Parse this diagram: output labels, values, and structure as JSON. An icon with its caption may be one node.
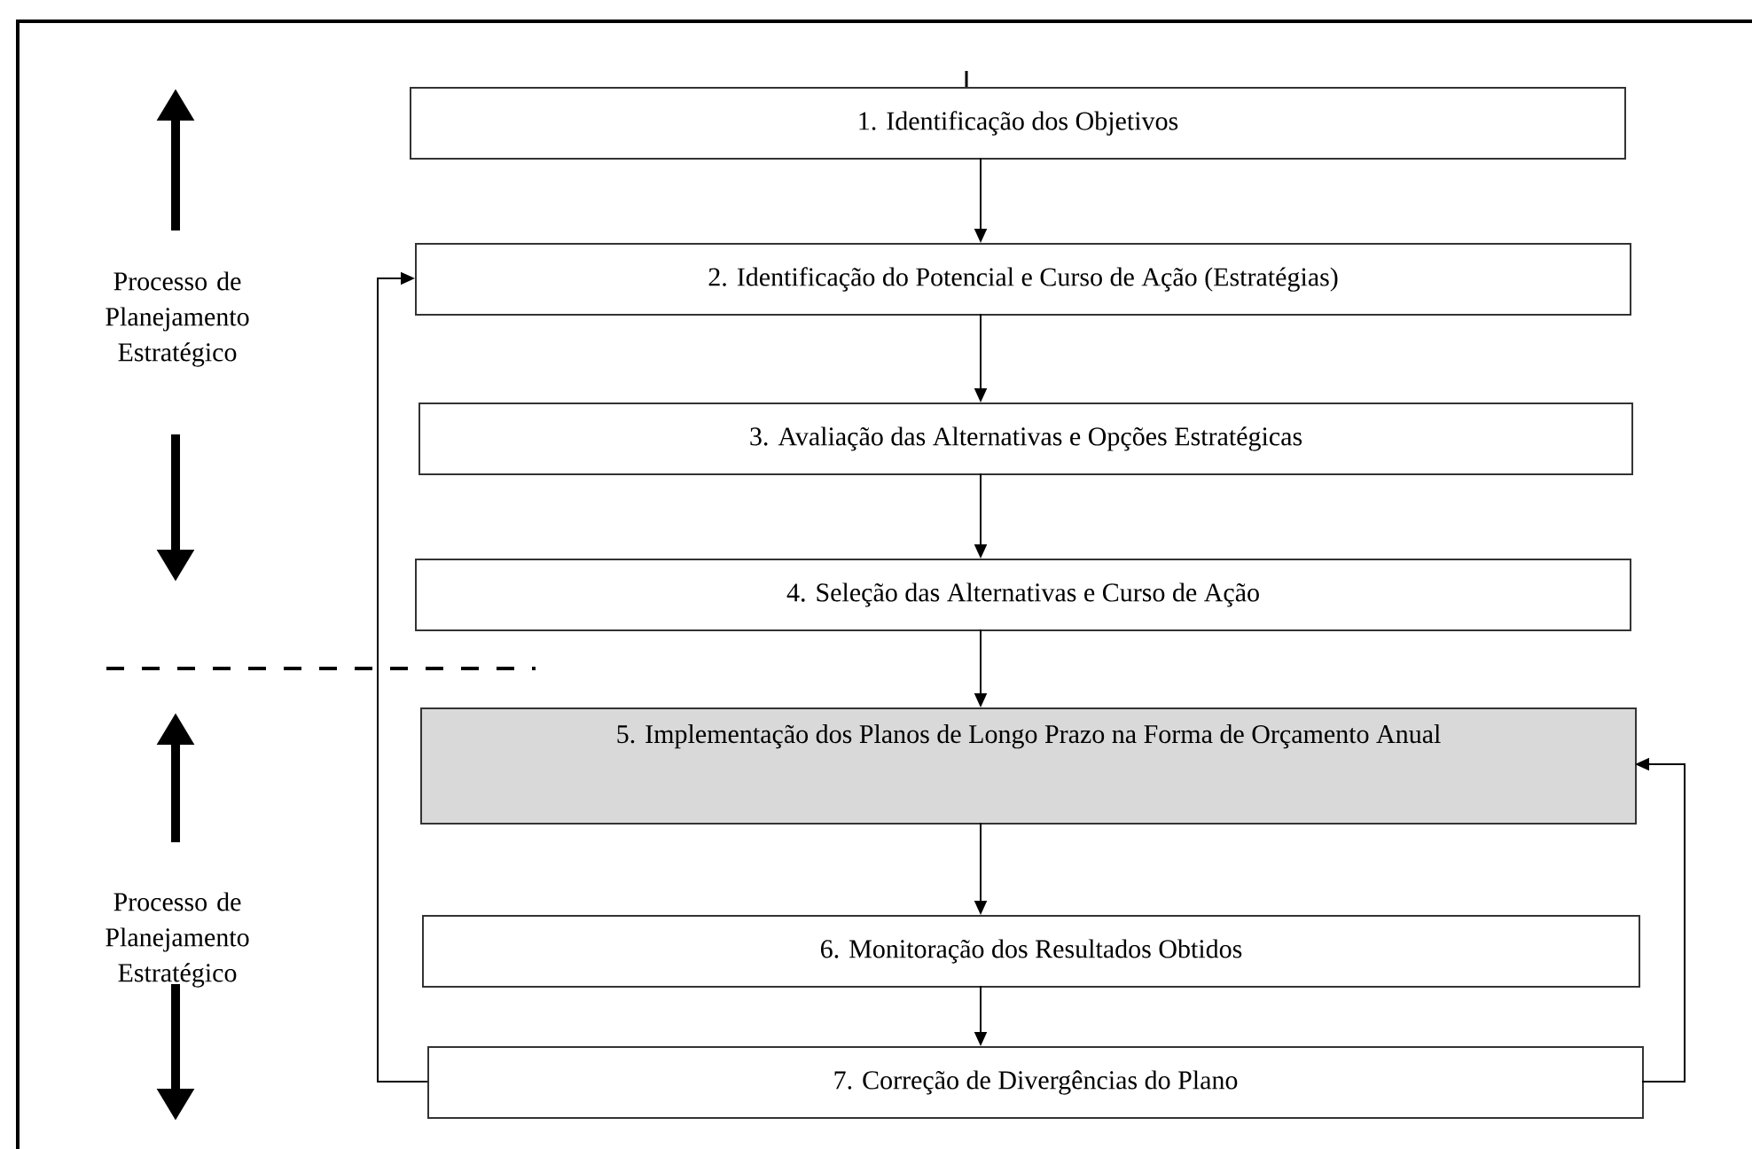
{
  "diagram": {
    "nodes": [
      {
        "text": [
          "1. Identificação dos Objetivos"
        ]
      },
      {
        "text": [
          "2. Identificação do Potencial e Curso de Ação (Estratégias)"
        ]
      },
      {
        "text": [
          "3. Avaliação das Alternativas e Opções Estratégicas"
        ]
      },
      {
        "text": [
          "4. Seleção das Alternativas e Curso de Ação"
        ]
      },
      {
        "text": [
          "5. Implementação dos Planos de Longo Prazo na Forma de Orçamento Anual"
        ]
      },
      {
        "text": [
          "6. Monitoração dos Resultados Obtidos"
        ]
      },
      {
        "text": [
          "7. Correção de Divergências do Plano"
        ]
      }
    ],
    "edges": [
      {
        "from": 0,
        "to": 1,
        "arrow": "to"
      },
      {
        "from": 1,
        "to": 2,
        "arrow": "to"
      },
      {
        "from": 2,
        "to": 3,
        "arrow": "to"
      },
      {
        "from": 3,
        "to": 4,
        "arrow": "to"
      },
      {
        "from": 4,
        "to": 5,
        "arrow": "to"
      },
      {
        "from": 5,
        "to": 6,
        "arrow": "to"
      },
      {
        "from": 6,
        "to": 1,
        "arrow": "to"
      },
      {
        "from": 6,
        "to": 4,
        "arrow": "to"
      }
    ],
    "labels": [
      "Processo de Planejamento Estratégico",
      "Processo de Planejamento Estratégico"
    ]
  }
}
